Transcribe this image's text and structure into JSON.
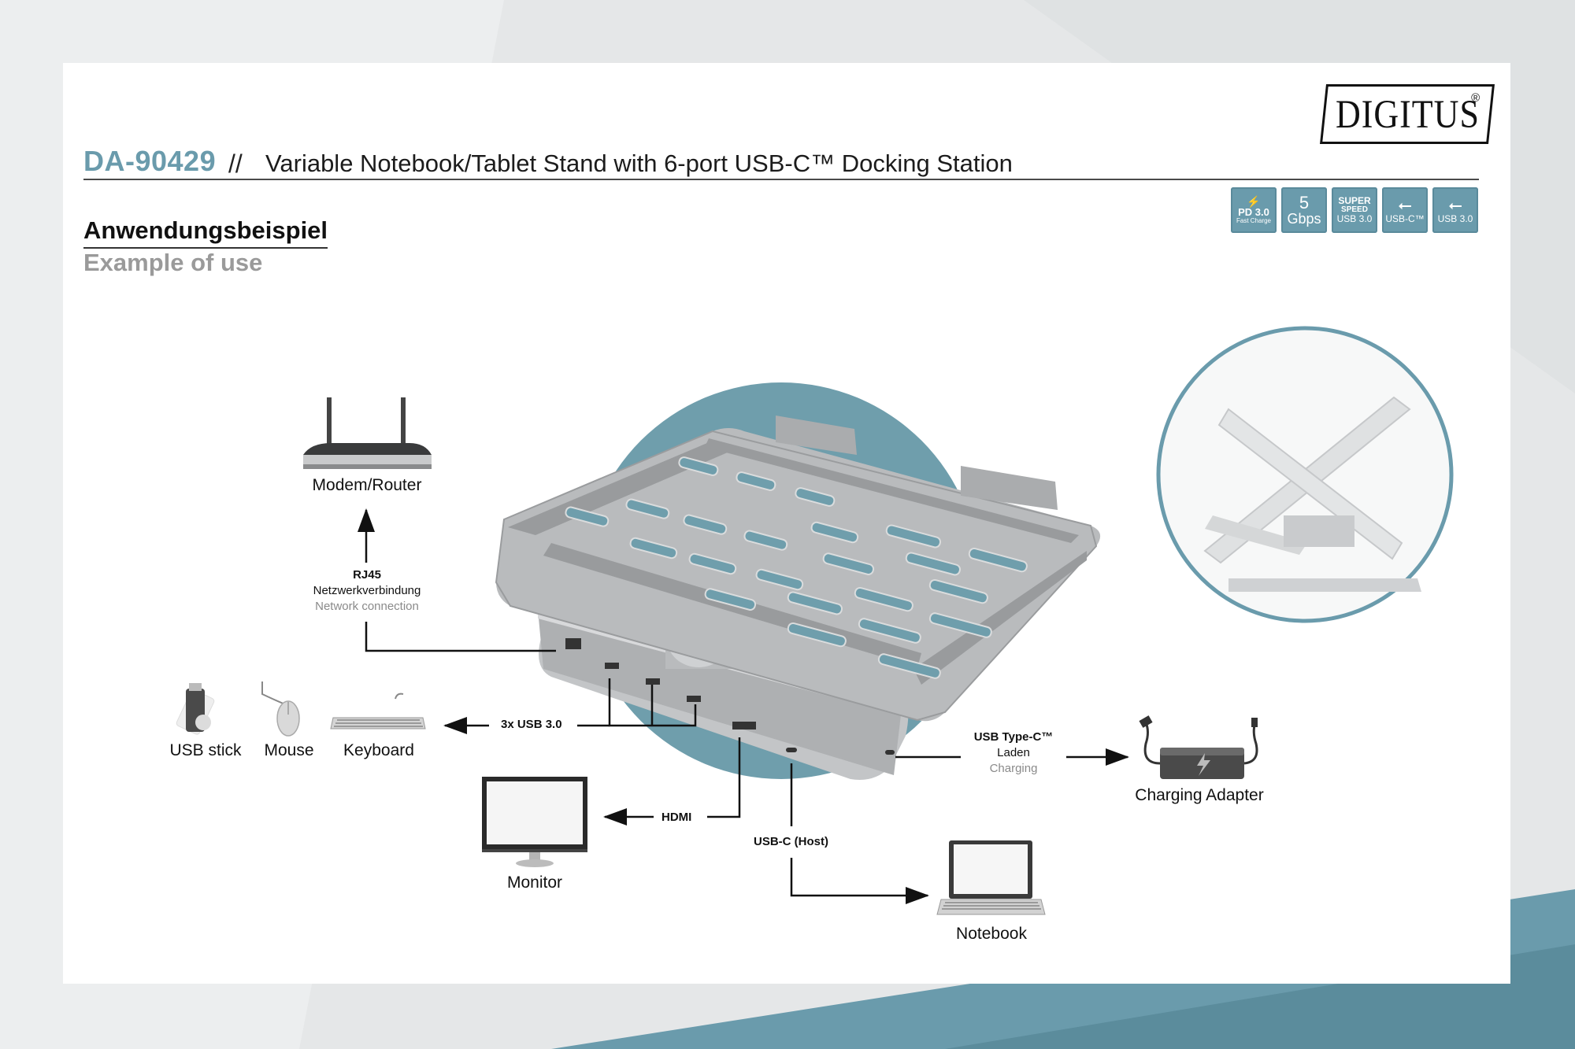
{
  "header": {
    "product_code": "DA-90429",
    "separator": "//",
    "product_title": "Variable Notebook/Tablet Stand with 6-port USB-C™ Docking Station",
    "brand": "DIGITUS",
    "brand_mark": "®"
  },
  "section": {
    "title_de": "Anwendungsbeispiel",
    "title_en": "Example of use"
  },
  "badges": [
    {
      "icon": "charging-icon",
      "line1": "PD 3.0",
      "line2": "Fast Charge"
    },
    {
      "line1": "5",
      "line2": "Gbps"
    },
    {
      "line1": "SUPER",
      "line2": "SPEED",
      "line3": "USB 3.0"
    },
    {
      "icon": "usb-icon",
      "line2": "USB-C™"
    },
    {
      "icon": "usb-icon",
      "line2": "USB 3.0"
    }
  ],
  "devices": {
    "router": "Modem/Router",
    "usb_stick": "USB stick",
    "mouse": "Mouse",
    "keyboard": "Keyboard",
    "monitor": "Monitor",
    "notebook": "Notebook",
    "charger": "Charging Adapter"
  },
  "connections": {
    "rj45": {
      "label": "RJ45",
      "de": "Netzwerkverbindung",
      "en": "Network connection"
    },
    "usb3": {
      "label": "3x USB 3.0"
    },
    "hdmi": {
      "label": "HDMI"
    },
    "usbc_host": {
      "label": "USB-C (Host)"
    },
    "usbc_power": {
      "label": "USB Type-C™",
      "de": "Laden",
      "en": "Charging"
    }
  },
  "colors": {
    "accent": "#6a9bac",
    "teal_circle": "#6f9eac",
    "stand": "#b4b6b8",
    "stand_dark": "#8e9092",
    "line": "#111111"
  }
}
